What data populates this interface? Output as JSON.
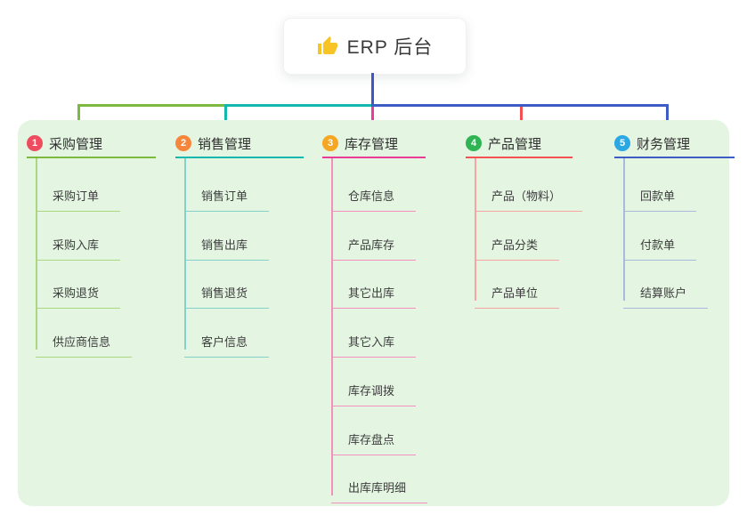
{
  "root": {
    "label": "ERP 后台",
    "icon": "thumbs-up-icon",
    "icon_color": "#f7c325"
  },
  "colors": {
    "canvas_bg": "#ffffff",
    "panel_bg": "#e4f5e2",
    "root_connector": "#4355c5",
    "header_text": "#2f2f2f",
    "child_text": "#3d3d3d"
  },
  "branches": [
    {
      "badge": "1",
      "label": "采购管理",
      "badge_color": "#ee4d5f",
      "line_color": "#7cb93e",
      "child_line_color": "#abd780",
      "children": [
        "采购订单",
        "采购入库",
        "采购退货",
        "供应商信息"
      ]
    },
    {
      "badge": "2",
      "label": "销售管理",
      "badge_color": "#f6863c",
      "line_color": "#12b7ae",
      "child_line_color": "#82d2cb",
      "children": [
        "销售订单",
        "销售出库",
        "销售退货",
        "客户信息"
      ]
    },
    {
      "badge": "3",
      "label": "库存管理",
      "badge_color": "#f5a623",
      "line_color": "#ea3c96",
      "child_line_color": "#f290c0",
      "children": [
        "仓库信息",
        "产品库存",
        "其它出库",
        "其它入库",
        "库存调拨",
        "库存盘点",
        "出库库明细"
      ]
    },
    {
      "badge": "4",
      "label": "产品管理",
      "badge_color": "#2fb454",
      "line_color": "#f55151",
      "child_line_color": "#f9a3a2",
      "children": [
        "产品（物料）",
        "产品分类",
        "产品单位"
      ]
    },
    {
      "badge": "5",
      "label": "财务管理",
      "badge_color": "#2ba7e1",
      "line_color": "#3e5cc6",
      "child_line_color": "#a9b8dd",
      "children": [
        "回款单",
        "付款单",
        "结算账户"
      ]
    }
  ]
}
